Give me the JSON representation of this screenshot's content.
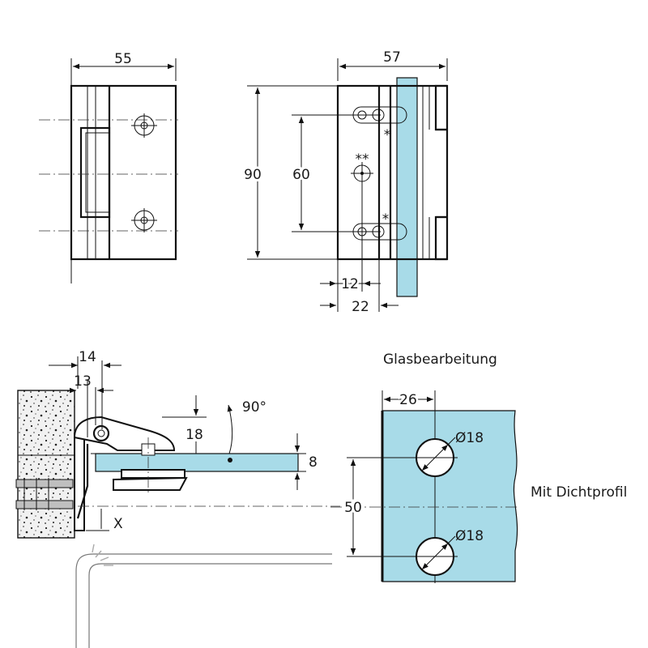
{
  "front_view": {
    "width": "55"
  },
  "side_view": {
    "width": "57",
    "height": "90",
    "hole_spacing": "60",
    "offset_a": "12",
    "offset_b": "22",
    "mark_single": "*",
    "mark_double": "**"
  },
  "section_view": {
    "dim_a": "14",
    "dim_b": "13",
    "dim_c": "18",
    "angle": "90°",
    "glass_thickness": "8",
    "x_label": "X"
  },
  "glass_processing": {
    "title": "Glasbearbeitung",
    "edge_dist": "26",
    "hole_dia_top": "Ø18",
    "hole_dia_bottom": "Ø18",
    "hole_spacing": "50",
    "note": "Mit Dichtprofil"
  },
  "colors": {
    "glass": "#a8dbe8",
    "line": "#111111"
  }
}
